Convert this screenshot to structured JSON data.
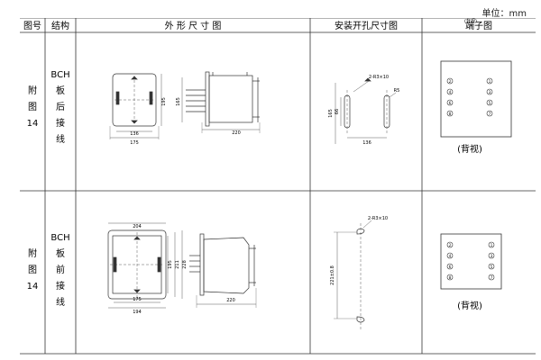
{
  "unit_label": "单位：mm",
  "header": {
    "col_fig": "图号",
    "col_struct": "结构",
    "col_outline": "外 形 尺 寸 图",
    "col_mount": "安装开孔尺寸图",
    "col_terminal": "端子图",
    "col_terminal_overlay": "(背视)"
  },
  "rows": [
    {
      "fig_lines": [
        "附",
        "图",
        "14"
      ],
      "struct_lines": [
        "BCH",
        "板",
        "后",
        "接",
        "线"
      ],
      "terminal_caption": "(背视)",
      "dims": {
        "front_w_inner": "136",
        "front_w_outer": "175",
        "front_h": "195",
        "side_h": "165",
        "depth": "220",
        "hole_label": "2-R3×10",
        "hole_r": "R5",
        "mount_h": "165",
        "mount_h2": "66",
        "mount_w": "136"
      },
      "terminals_left": [
        "2",
        "4",
        "6",
        "8"
      ],
      "terminals_right": [
        "1",
        "3",
        "5",
        "7"
      ]
    },
    {
      "fig_lines": [
        "附",
        "图",
        "14"
      ],
      "struct_lines": [
        "BCH",
        "板",
        "前",
        "接",
        "线"
      ],
      "terminal_caption": "(背视)",
      "dims": {
        "front_w_top": "204",
        "front_w_inner": "175",
        "front_w_outer": "194",
        "front_h1": "195",
        "front_h2": "211",
        "front_h3": "228",
        "depth": "220",
        "hole_label": "2-R3×10",
        "mount_h": "221±0.8"
      },
      "terminals_left": [
        "2",
        "4",
        "6",
        "8"
      ],
      "terminals_right": [
        "1",
        "3",
        "5",
        "7"
      ]
    }
  ]
}
